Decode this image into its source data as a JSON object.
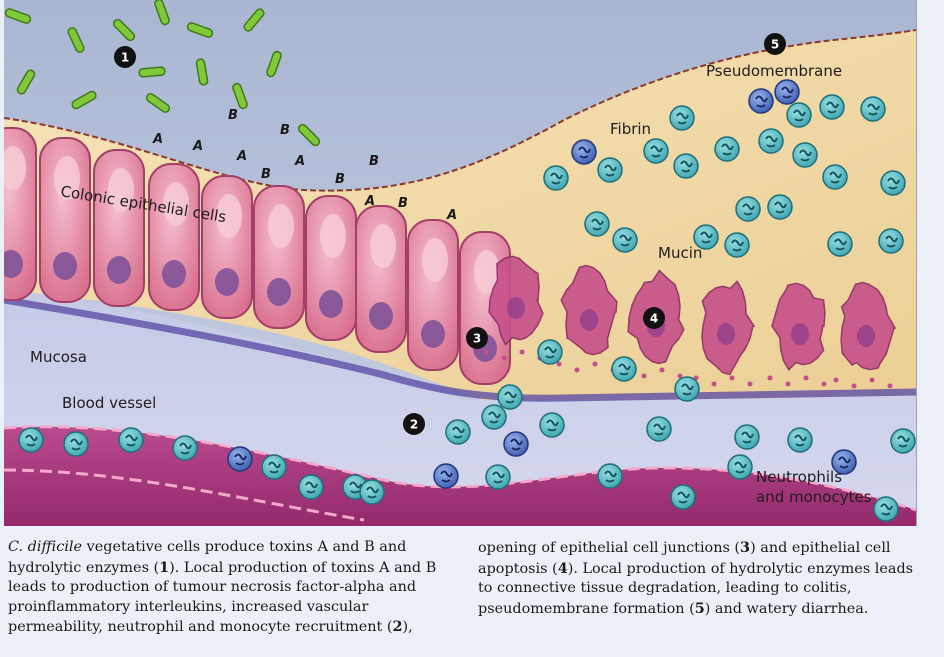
{
  "labels": {
    "pseudomembrane": "Pseudomembrane",
    "fibrin": "Fibrin",
    "mucin": "Mucin",
    "colonic_epithelial_cells": "Colonic epithelial cells",
    "mucosa": "Mucosa",
    "blood_vessel": "Blood vessel",
    "neutrophils_line1": "Neutrophils",
    "neutrophils_line2": "and monocytes"
  },
  "markers": [
    "1",
    "2",
    "3",
    "4",
    "5"
  ],
  "toxins": [
    "A",
    "B",
    "A",
    "A",
    "B",
    "B",
    "A",
    "B",
    "B",
    "A",
    "B",
    "A"
  ],
  "caption": {
    "left": [
      {
        "text": "C. difficile",
        "style": "italic"
      },
      {
        "text": " vegetative cells produce toxins A and B and hydrolytic enzymes (",
        "style": ""
      },
      {
        "text": "1",
        "style": "bold"
      },
      {
        "text": "). Local production of toxins A and B leads to production of tumour necrosis factor-alpha and proinflammatory interleukins, increased vascular permeability, neutrophil and monocyte recruitment (",
        "style": ""
      },
      {
        "text": "2",
        "style": "bold"
      },
      {
        "text": "),",
        "style": ""
      }
    ],
    "right": [
      {
        "text": "opening of epithelial cell junctions (",
        "style": ""
      },
      {
        "text": "3",
        "style": "bold"
      },
      {
        "text": ") and epithelial cell apoptosis (",
        "style": ""
      },
      {
        "text": "4",
        "style": "bold"
      },
      {
        "text": "). Local production of hydrolytic enzymes leads to connective tissue degradation, leading to colitis, pseudomembrane formation (",
        "style": ""
      },
      {
        "text": "5",
        "style": "bold"
      },
      {
        "text": ") and watery diarrhea.",
        "style": ""
      }
    ]
  },
  "colors": {
    "lumen": "#bcc6dc",
    "fibrin": "#f2dcaa",
    "mucosa": "#c8cde6",
    "epithelial_cell": "#e487a4",
    "blood_vessel": "#a8337a",
    "leukocyte": "#58bcc4",
    "bacteria": "#7ec83a",
    "dark_cell": "#4a6fc0"
  }
}
